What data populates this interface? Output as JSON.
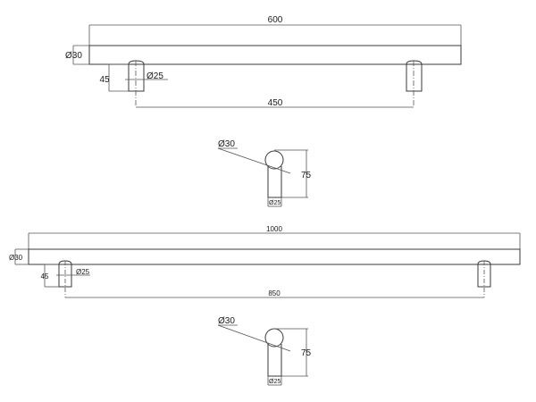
{
  "drawing": {
    "colors": {
      "line": "#3a3a3a",
      "background": "#ffffff",
      "text": "#1a1a1a"
    },
    "handle_600": {
      "overall_length": "600",
      "bar_diameter": "Ø30",
      "leg_height": "45",
      "leg_diameter": "Ø25",
      "center_distance": "450"
    },
    "side_view_600": {
      "bar_diameter": "Ø30",
      "total_height": "75",
      "leg_diameter": "Ø25"
    },
    "handle_1000": {
      "overall_length": "1000",
      "bar_diameter": "Ø30",
      "leg_height": "45",
      "leg_diameter": "Ø25",
      "center_distance": "850"
    },
    "side_view_1000": {
      "bar_diameter": "Ø30",
      "total_height": "75",
      "leg_diameter": "Ø25"
    }
  }
}
